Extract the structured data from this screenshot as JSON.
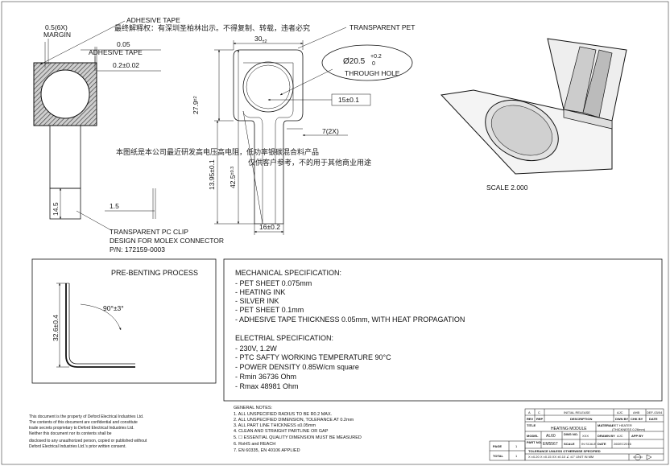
{
  "callouts": {
    "margin_dim": "0.5(6X)",
    "margin_label": "MARGIN",
    "adhesive_tape_top": "ADHESIVE TAPE",
    "adhesive_tape_dim_value": "0.05",
    "adhesive_tape_side": "ADHESIVE TAPE",
    "tape_offset": "0.2±0.02",
    "transparent_pet": "TRANSPARENT PET",
    "width_30": "30",
    "width_30_tol": "±2",
    "height_27_9": "27.9",
    "height_27_9_tol": "±2",
    "hole_dia": "Ø20.5",
    "hole_tol_plus": "+0.2",
    "hole_tol_minus": "0",
    "through_hole": "THROUGH HOLE",
    "dim_15": "15±0.1",
    "dim_7": "7(2X)",
    "dim_13_95": "13.95±0.1",
    "dim_42_5": "42.5",
    "dim_42_5_tol": "±0.3",
    "dim_16": "16±0.2",
    "dim_14_5": "14.5",
    "dim_1_5": "1.5",
    "pc_clip_1": "TRANSPARENT PC CLIP",
    "pc_clip_2": "DESIGN FOR MOLEX CONNECTOR",
    "pc_clip_3": "P/N:  172159-0003",
    "scale": "SCALE  2.000"
  },
  "watermarks": {
    "line_a": "最终解释权：有深圳圣柏林出示。不得复制、转载，违者必究",
    "line_b": "本图纸是本公司最近研发高电压高电阻，低功率银碳混合料产品",
    "line_c": "仅供客户参考，不的用于其他商业用途"
  },
  "prebend": {
    "title": "PRE-BENTING PROCESS",
    "angle": "90°±3°",
    "height": "32.6±0.4"
  },
  "specs": {
    "mech_title": "MECHANICAL SPECIFICATION:",
    "mech_items": [
      "- PET SHEET 0.075mm",
      "- HEATING INK",
      "- SILVER INK",
      "- PET SHEET 0.1mm",
      "- ADHESIVE TAPE THICKNESS 0.05mm, WITH HEAT PROPAGATION"
    ],
    "elec_title": "ELECTRIAL SPECIFICATION:",
    "elec_items": [
      "- 230V, 1.2W",
      "- PTC SAFTY WORKING TEMPERATURE 90°C",
      "- POWER DENSITY 0.85W/cm square",
      "- Rmin 36736 Ohm",
      "- Rmax 48981 Ohm"
    ]
  },
  "notes": {
    "title": "GENERAL NOTES:",
    "items": [
      "1. ALL UNSPECIFIED RADIUS TO BE R0.2 MAX.",
      "2. ALL UNSPECIFIED DIMENSION, TOLERANCE AT 0.2mm",
      "3. ALL PART LINE THICKNESS ≤0.05mm",
      "4. CLEAN AND STRAIGHT PARTLINE OR GAP",
      "5.  ☐   ESSENTIAL QUALITY DIMENSION MUST BE MEASURED",
      "6. RoHS and REACH",
      "7. EN 60335, EN 40106 APPLIED"
    ]
  },
  "legal": [
    "This document is the property of Deford Electrical Industries Ltd.",
    "The contents of this document are confidential and constitute",
    "trade secrets proprietary to Deford Electrical Industries Ltd.",
    "Neither this document nor its contents shall be",
    "disclosed to any unauthorized person, copied or published without",
    "Deford Electrical Industries Ltd.'s prior written consent."
  ],
  "titleblock": {
    "rev_a": "A",
    "rev_c": "C",
    "initial_release": "INITIAL RELEASE",
    "by": "AJC",
    "chk": "AHB",
    "date_rev": "DEF-03/04",
    "rev": "REV",
    "rep": "REP",
    "description": "DESCRIPTION",
    "dwn_by": "DWN BY",
    "chk_by": "CHK BY",
    "date": "DATE",
    "title_label": "TITLE",
    "title_value": "HEATING MODULE",
    "material_label": "MATERIAL",
    "material_value": "PET HEATER",
    "material_value2": "(THICKNESS 0.26mm)",
    "model_label": "MODEL",
    "model_value": "AL60",
    "dwg_label": "DWG NO.",
    "dwg_value": "XXX",
    "drawn_label": "DRAWN BY",
    "drawn_value": "AJC",
    "appby_label": "APP BY",
    "part_label": "PART NO.",
    "part_value": "EM5567",
    "scale_label": "SCALE",
    "scale_value": "IN SCALE",
    "date_label": "DATE",
    "date_value": "26DEC2016",
    "page_label": "PAGE",
    "page_value": "1",
    "total_label": "TOTAL",
    "total_value": "1",
    "tol_title": "TOLERANCE UNLESS OTHERWISE SPECIFIED",
    "tol_values": "X ±0.20   X ±0.15   XX ±0.10   ∠ ±1°   UNIT IN MM"
  }
}
